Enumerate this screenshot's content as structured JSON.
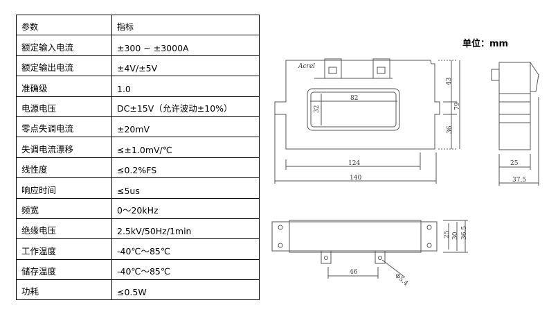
{
  "table": {
    "header": [
      "参数",
      "指标"
    ],
    "rows": [
      [
        "额定输入电流",
        "±300 ~ ±3000A"
      ],
      [
        "额定输出电流",
        "±4V/±5V"
      ],
      [
        "准确级",
        "1.0"
      ],
      [
        "电源电压",
        "DC±15V（允许波动±10%）"
      ],
      [
        "零点失调电流",
        "±20mV"
      ],
      [
        "失调电流漂移",
        "≤±1.0mV/℃"
      ],
      [
        "线性度",
        "≤0.2%FS"
      ],
      [
        "响应时间",
        "≤5us"
      ],
      [
        "频宽",
        "0～20kHz"
      ],
      [
        "绝缘电压",
        "2.5kV/50Hz/1min"
      ],
      [
        "工作温度",
        "-40℃～85℃"
      ],
      [
        "储存温度",
        "-40℃～85℃"
      ],
      [
        "功耗",
        "≤0.5W"
      ]
    ]
  },
  "unit_label": "单位：mm",
  "front_view": {
    "brand": "Acrel",
    "dims": {
      "inner_width": "82",
      "inner_height": "32",
      "top_height": "43",
      "total_height": "79",
      "bottom_height": "36",
      "mount_width": "124",
      "total_width": "140"
    }
  },
  "side_view": {
    "dims": {
      "body_width": "25",
      "total_width": "37.5"
    }
  },
  "bottom_view": {
    "dims": {
      "h1": "25",
      "h2": "30",
      "h3": "36.5",
      "pin_spacing": "46",
      "hole_diameter": "Φ5.4"
    }
  }
}
